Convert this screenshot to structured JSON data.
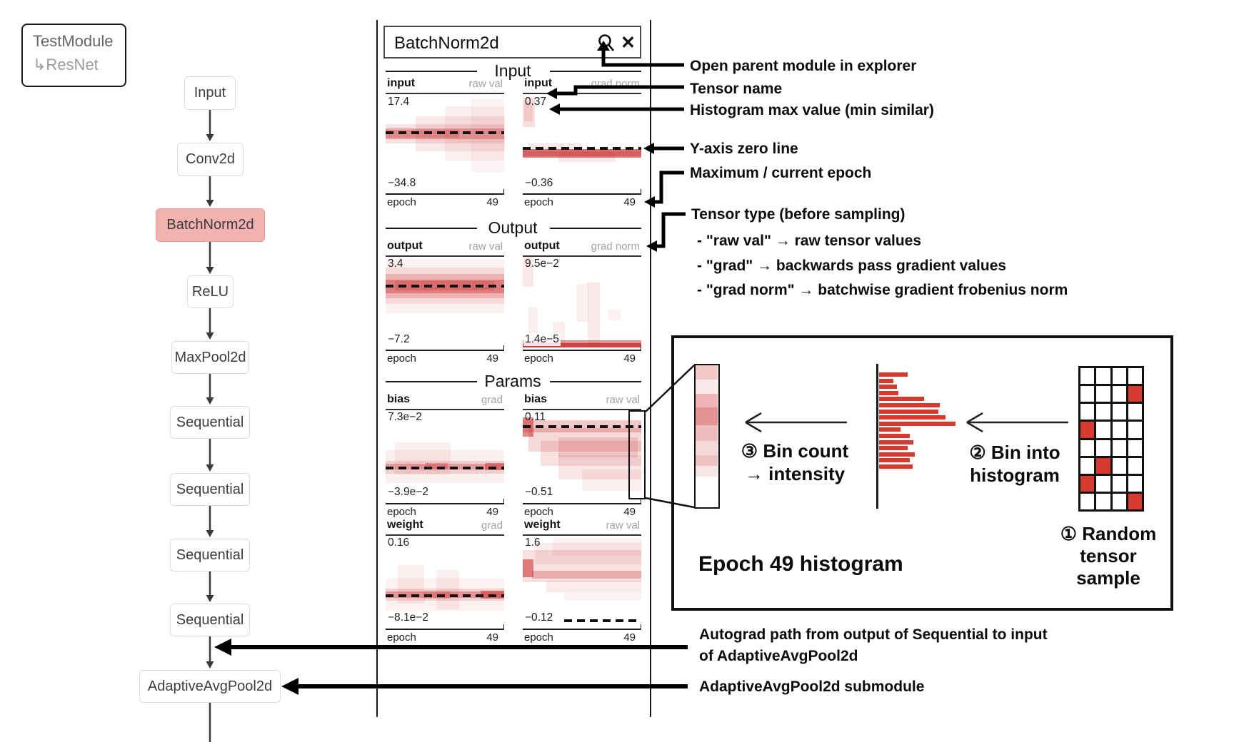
{
  "module_tree": {
    "title": "TestModule",
    "subtitle": "↳ResNet"
  },
  "flow": {
    "nodes": [
      {
        "id": "input",
        "label": "Input",
        "selected": false
      },
      {
        "id": "conv2d",
        "label": "Conv2d",
        "selected": false
      },
      {
        "id": "batchnorm2d",
        "label": "BatchNorm2d",
        "selected": true
      },
      {
        "id": "relu",
        "label": "ReLU",
        "selected": false
      },
      {
        "id": "maxpool2d",
        "label": "MaxPool2d",
        "selected": false
      },
      {
        "id": "sequential-1",
        "label": "Sequential",
        "selected": false
      },
      {
        "id": "sequential-2",
        "label": "Sequential",
        "selected": false
      },
      {
        "id": "sequential-3",
        "label": "Sequential",
        "selected": false
      },
      {
        "id": "sequential-4",
        "label": "Sequential",
        "selected": false
      },
      {
        "id": "adaptiveavgpool2d",
        "label": "AdaptiveAvgPool2d",
        "selected": false
      }
    ]
  },
  "panel": {
    "search_value": "BatchNorm2d",
    "close_icon": "✕",
    "sections": [
      {
        "title": "Input",
        "histograms": [
          {
            "name": "input",
            "type": "raw val",
            "max": "17.4",
            "min": "−34.8",
            "xlabel": "epoch",
            "xmax": "49",
            "dash": 0.39,
            "dash_span": [
              0,
              1
            ],
            "blocks": [
              [
                0,
                1,
                0.3,
                0.5,
                0.14
              ],
              [
                0.25,
                1,
                0.22,
                0.58,
                0.1
              ],
              [
                0.5,
                1,
                0.12,
                0.68,
                0.07
              ],
              [
                0.72,
                1,
                0.04,
                0.8,
                0.05
              ],
              [
                0,
                1,
                0.345,
                0.455,
                0.32
              ],
              [
                0,
                0.62,
                0.36,
                0.44,
                0.22
              ]
            ]
          },
          {
            "name": "input",
            "type": "grad norm",
            "max": "0.37",
            "min": "−0.36",
            "xlabel": "epoch",
            "xmax": "49",
            "dash": 0.555,
            "dash_span": [
              0,
              1
            ],
            "blocks": [
              [
                0,
                0.1,
                0.03,
                0.33,
                0.15
              ],
              [
                0.01,
                0.08,
                0.08,
                0.27,
                0.13
              ],
              [
                0.05,
                0.5,
                0.5,
                0.565,
                0.1
              ],
              [
                0.3,
                0.78,
                0.565,
                0.7,
                0.1
              ],
              [
                0,
                1,
                0.565,
                0.655,
                0.6
              ],
              [
                0,
                1,
                0.575,
                0.635,
                0.35
              ]
            ]
          }
        ]
      },
      {
        "title": "Output",
        "histograms": [
          {
            "name": "output",
            "type": "raw val",
            "max": "3.4",
            "min": "−7.2",
            "xlabel": "epoch",
            "xmax": "49",
            "dash": 0.32,
            "dash_span": [
              0,
              1
            ],
            "blocks": [
              [
                0,
                1,
                0.02,
                0.62,
                0.06
              ],
              [
                0,
                1,
                0.12,
                0.52,
                0.12
              ],
              [
                0,
                1,
                0.19,
                0.455,
                0.22
              ],
              [
                0,
                1,
                0.25,
                0.4,
                0.38
              ],
              [
                0.08,
                0.92,
                0.27,
                0.375,
                0.22
              ]
            ]
          },
          {
            "name": "output",
            "type": "grad norm",
            "max": "9.5e−2",
            "min": "1.4e−5",
            "xlabel": "epoch",
            "xmax": "49",
            "dash": null,
            "dash_span": [
              0,
              1
            ],
            "blocks": [
              [
                0,
                0.09,
                0.0,
                0.33,
                0.1
              ],
              [
                0.05,
                0.13,
                0.55,
                0.88,
                0.07
              ],
              [
                0.25,
                0.35,
                0.72,
                0.99,
                0.08
              ],
              [
                0.45,
                0.55,
                0.3,
                0.72,
                0.07
              ],
              [
                0.55,
                0.65,
                0.28,
                0.97,
                0.1
              ],
              [
                0.72,
                0.82,
                0.58,
                0.7,
                0.06
              ],
              [
                0,
                1,
                0.92,
                1.0,
                0.5
              ],
              [
                0,
                1,
                0.955,
                1.0,
                0.75
              ]
            ]
          }
        ]
      },
      {
        "title": "Params",
        "histograms": [
          {
            "name": "bias",
            "type": "grad",
            "max": "7.3e−2",
            "min": "−3.9e−2",
            "xlabel": "epoch",
            "xmax": "49",
            "dash": 0.65,
            "dash_span": [
              0,
              1
            ],
            "blocks": [
              [
                0,
                1,
                0.45,
                0.82,
                0.07
              ],
              [
                0.08,
                0.55,
                0.36,
                0.72,
                0.07
              ],
              [
                0,
                1,
                0.565,
                0.705,
                0.16
              ],
              [
                0,
                1,
                0.6,
                0.665,
                0.3
              ],
              [
                0.33,
                0.52,
                0.595,
                0.67,
                0.28
              ],
              [
                0.84,
                1,
                0.59,
                0.67,
                0.45
              ]
            ]
          },
          {
            "name": "bias",
            "type": "raw val",
            "max": "0.11",
            "min": "−0.51",
            "xlabel": "epoch",
            "xmax": "49",
            "dash": 0.18,
            "dash_span": [
              0,
              1
            ],
            "blocks": [
              [
                0,
                0.09,
                0.08,
                0.3,
                0.55
              ],
              [
                0,
                1,
                0.115,
                0.25,
                0.25
              ],
              [
                0.05,
                1,
                0.2,
                0.46,
                0.18
              ],
              [
                0.15,
                1,
                0.34,
                0.62,
                0.14
              ],
              [
                0.3,
                1,
                0.5,
                0.77,
                0.11
              ],
              [
                0.5,
                1,
                0.66,
                0.9,
                0.08
              ],
              [
                0.3,
                0.97,
                0.3,
                0.52,
                0.15
              ]
            ]
          },
          {
            "name": "weight",
            "type": "grad",
            "max": "0.16",
            "min": "−8.1e−2",
            "xlabel": "epoch",
            "xmax": "49",
            "dash": 0.67,
            "dash_span": [
              0,
              1
            ],
            "blocks": [
              [
                0,
                1,
                0.48,
                0.84,
                0.06
              ],
              [
                0.1,
                0.32,
                0.33,
                0.76,
                0.08
              ],
              [
                0.43,
                0.62,
                0.38,
                0.82,
                0.08
              ],
              [
                0,
                1,
                0.59,
                0.725,
                0.16
              ],
              [
                0,
                1,
                0.625,
                0.695,
                0.35
              ],
              [
                0.32,
                0.55,
                0.62,
                0.7,
                0.25
              ],
              [
                0.8,
                1,
                0.615,
                0.7,
                0.5
              ]
            ]
          },
          {
            "name": "weight",
            "type": "raw val",
            "max": "1.6",
            "min": "−0.12",
            "xlabel": "epoch",
            "xmax": "49",
            "dash": 0.95,
            "dash_span": [
              0.35,
              1
            ],
            "blocks": [
              [
                0,
                0.09,
                0.26,
                0.46,
                0.55
              ],
              [
                0,
                1,
                0.16,
                0.52,
                0.14
              ],
              [
                0.1,
                1,
                0.08,
                0.32,
                0.09
              ],
              [
                0.25,
                1,
                0.02,
                0.22,
                0.06
              ],
              [
                0.08,
                1,
                0.39,
                0.475,
                0.28
              ],
              [
                0.2,
                1,
                0.5,
                0.63,
                0.09
              ],
              [
                0.35,
                1,
                0.63,
                0.72,
                0.05
              ]
            ]
          }
        ]
      }
    ]
  },
  "annotations": {
    "open_parent": "Open parent module in explorer",
    "tensor_name": "Tensor name",
    "hist_max": "Histogram max value (min similar)",
    "zero_line": "Y-axis zero line",
    "max_epoch": "Maximum / current epoch",
    "tensor_type_heading": "Tensor type (before sampling)",
    "tensor_type_items": [
      "- \"raw val\" → raw tensor values",
      "- \"grad\" → backwards pass gradient values",
      "- \"grad norm\" → batchwise gradient frobenius norm"
    ],
    "autograd_line1": "Autograd path from output of Sequential to input",
    "autograd_line2": "of AdaptiveAvgPool2d",
    "submodule": "AdaptiveAvgPool2d submodule"
  },
  "inset": {
    "title": "Epoch 49 histogram",
    "step3_line1": "③ Bin count",
    "step3_line2": "→ intensity",
    "step2_line1": "② Bin into",
    "step2_line2": "histogram",
    "step1_line1": "① Random",
    "step1_line2": "tensor",
    "step1_line3": "sample",
    "strip_bands": [
      [
        0.06,
        0.16,
        0.25
      ],
      [
        0.16,
        0.26,
        0.1
      ],
      [
        0.26,
        0.355,
        0.35
      ],
      [
        0.355,
        0.48,
        0.5
      ],
      [
        0.48,
        0.59,
        0.3
      ],
      [
        0.59,
        0.69,
        0.18
      ],
      [
        0.69,
        0.765,
        0.28
      ],
      [
        0.765,
        0.84,
        0.12
      ]
    ],
    "bar_lengths": [
      40,
      20,
      25,
      27,
      63,
      85,
      83,
      93,
      107,
      30,
      43,
      48,
      40,
      50,
      43,
      47
    ],
    "grid": {
      "cols": 4,
      "rows": 8,
      "red_cells": [
        [
          1,
          3
        ],
        [
          3,
          0
        ],
        [
          5,
          1
        ],
        [
          6,
          0
        ],
        [
          7,
          3
        ]
      ]
    }
  },
  "colors": {
    "heat_red": "#c82828",
    "bar_red": "#d63a2e",
    "selected_node_bg": "#f2b2b0",
    "blue_bar": "#3f6fb5"
  }
}
